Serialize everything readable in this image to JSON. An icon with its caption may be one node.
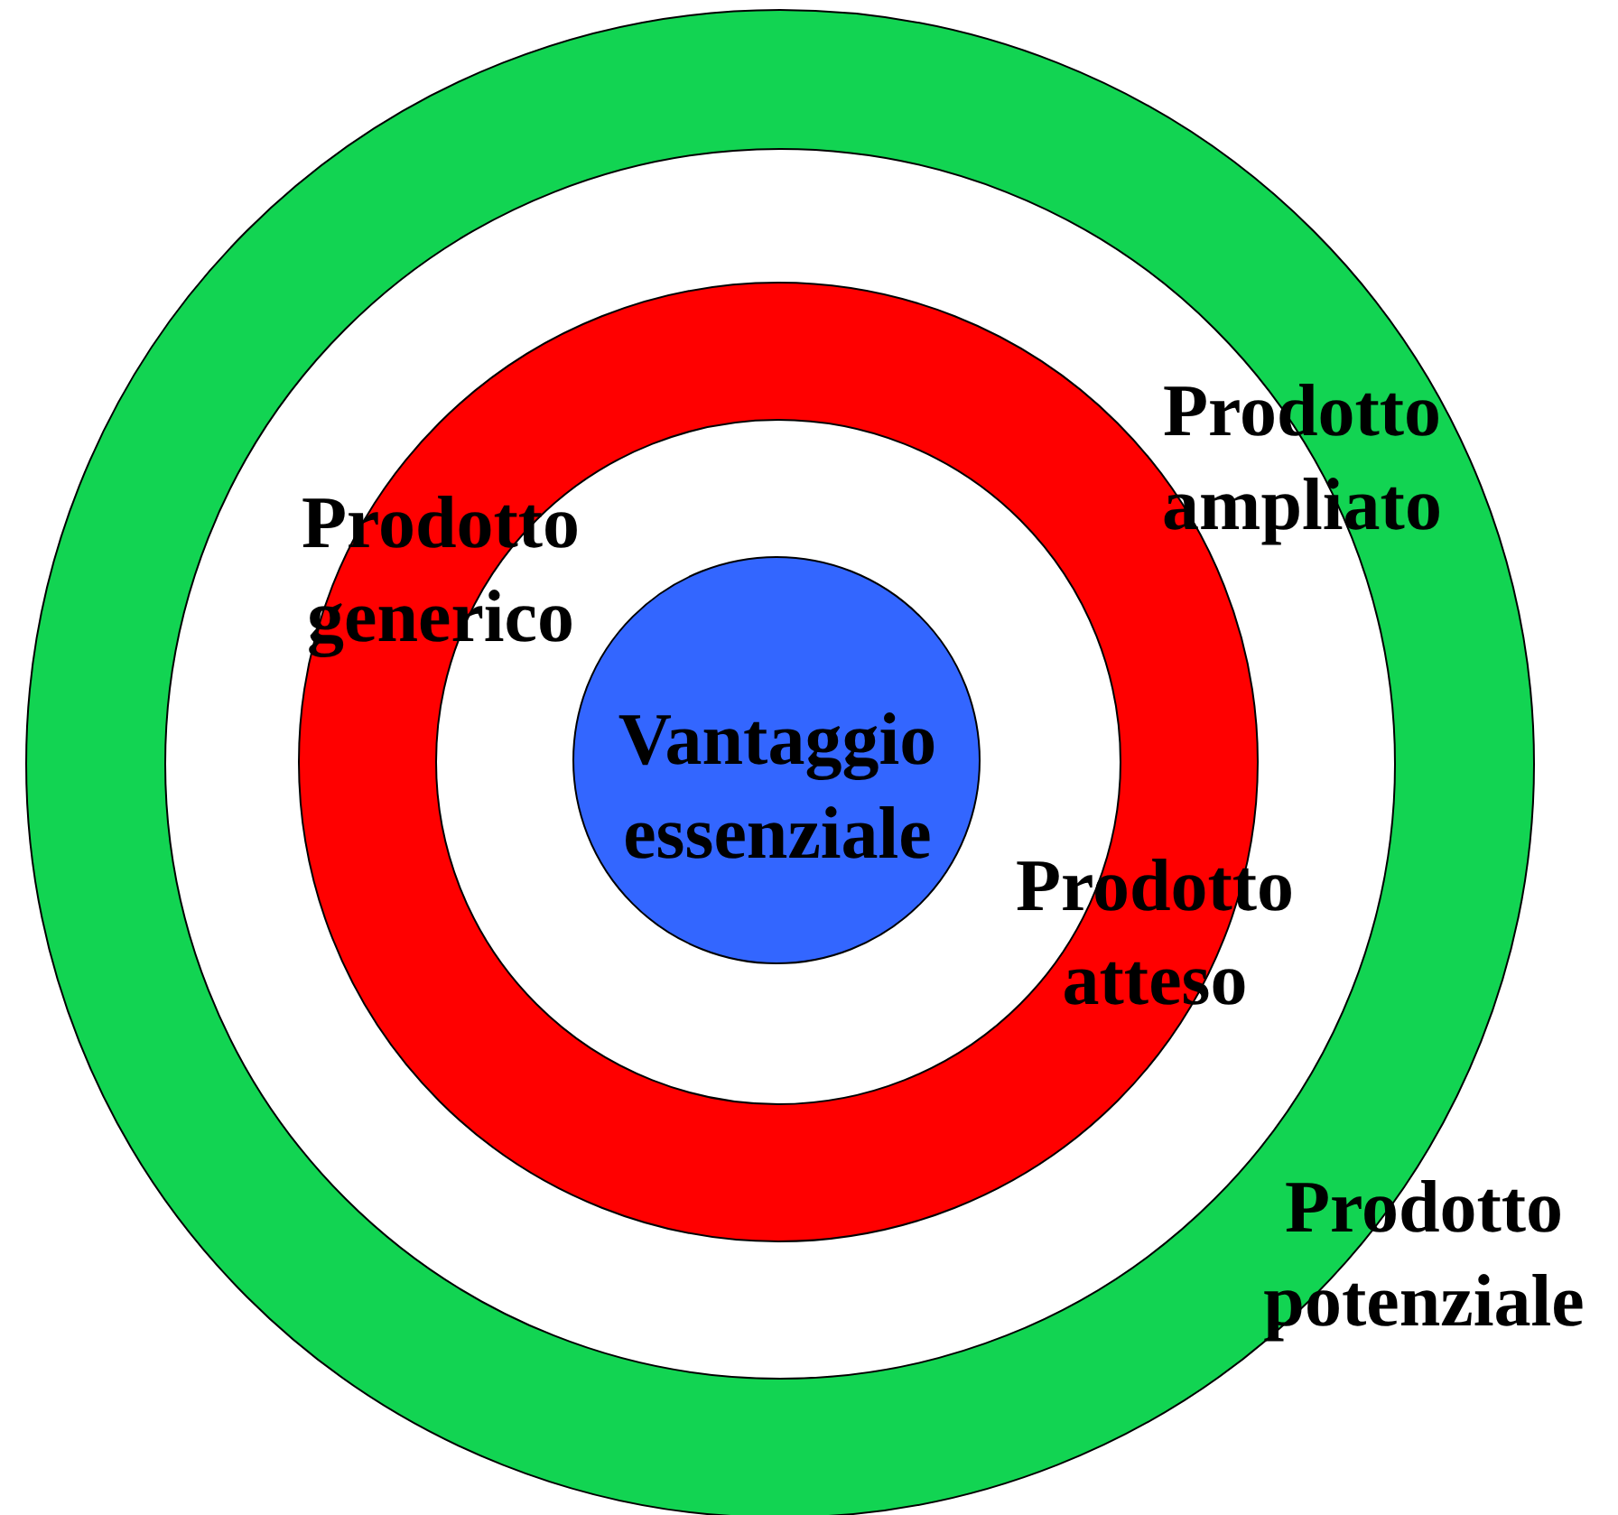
{
  "diagram": {
    "nodes": [
      {
        "text": [
          "Prodotto potenziale"
        ]
      },
      {
        "text": [
          "Prodotto ampliato"
        ],
        "in": 0
      },
      {
        "text": [
          "Prodotto atteso"
        ],
        "in": 1
      },
      {
        "text": [
          "Prodotto generico"
        ],
        "in": 2
      },
      {
        "text": [
          "Vantaggio essenziale"
        ],
        "in": 3
      }
    ]
  }
}
